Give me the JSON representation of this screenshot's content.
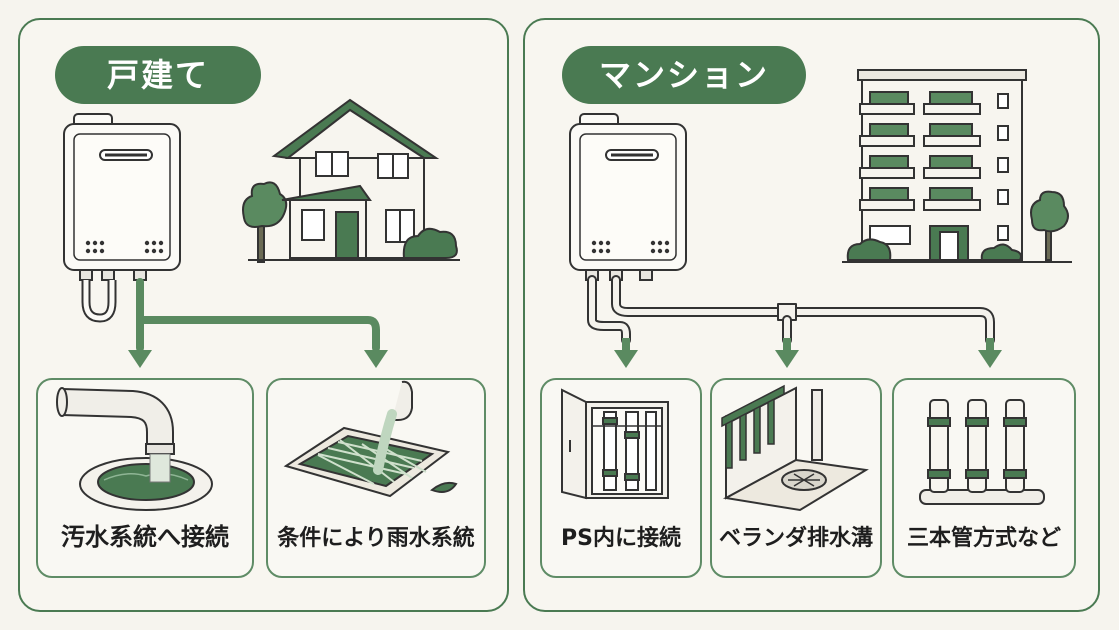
{
  "left_panel": {
    "title": "戸建て",
    "options": [
      {
        "label": "汚水系統へ接続"
      },
      {
        "label": "条件により雨水系統"
      }
    ]
  },
  "right_panel": {
    "title": "マンション",
    "options": [
      {
        "label": "PS内に接続"
      },
      {
        "label": "ベランダ排水溝"
      },
      {
        "label": "三本管方式など"
      }
    ]
  },
  "colors": {
    "accent": "#4a7a52",
    "pipe": "#5a8a60",
    "outline": "#333333",
    "background": "#f6f4ee"
  }
}
